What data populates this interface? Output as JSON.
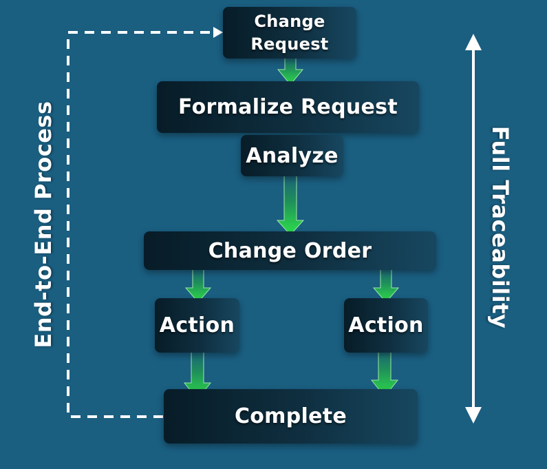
{
  "nodes": {
    "change_request": [
      "Change",
      "Request"
    ],
    "formalize": "Formalize Request",
    "analyze": "Analyze",
    "change_order": "Change Order",
    "action_left": "Action",
    "action_right": "Action",
    "complete": "Complete"
  },
  "side_labels": {
    "left": "End-to-End Process",
    "right": "Full Traceability"
  },
  "colors": {
    "background": "#1a5e80",
    "box_dark": "#071c27",
    "box_light": "#174760",
    "arrow_green": "#2ee04a",
    "line_white": "#ffffff"
  },
  "icons": {
    "flow_arrow": "green-down-arrow",
    "traceability": "double-headed-vertical-arrow",
    "loop": "dashed-return-arrow"
  }
}
